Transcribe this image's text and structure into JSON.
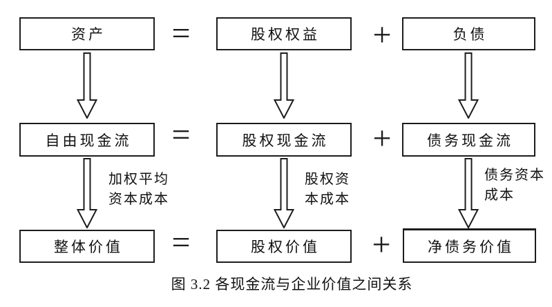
{
  "diagram": {
    "caption": "图 3.2 各现金流与企业价值之间关系",
    "operators": {
      "equals": "=",
      "plus": "+"
    },
    "columns": [
      {
        "top": "资产",
        "middle": "自由现金流",
        "bottom": "整体价值",
        "cost_line1": "加权平均",
        "cost_line2": "资本成本"
      },
      {
        "top": "股权权益",
        "middle": "股权现金流",
        "bottom": "股权价值",
        "cost_line1": "股权资",
        "cost_line2": "本成本"
      },
      {
        "top": "负债",
        "middle": "债务现金流",
        "bottom": "净债务价值",
        "cost_line1": "债务资本",
        "cost_line2": "成本"
      }
    ],
    "colors": {
      "line": "#1c1c1c",
      "background": "#ffffff"
    }
  }
}
